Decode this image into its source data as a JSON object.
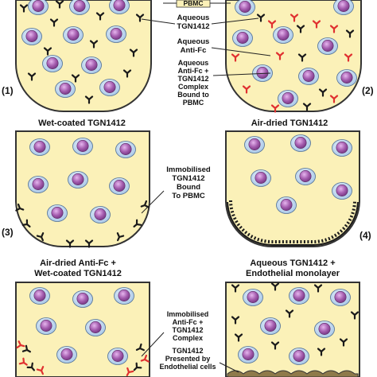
{
  "titles": {
    "p3": "Wet-coated TGN1412",
    "p4": "Air-dried TGN1412",
    "p5_line1": "Air-dried Anti-Fc +",
    "p5_line2": "Wet-coated TGN1412",
    "p6_line1": "Aqueous TGN1412 +",
    "p6_line2": "Endothelial monolayer"
  },
  "panel_numbers": {
    "p1": "(1)",
    "p2": "(2)",
    "p3": "(3)",
    "p4": "(4)"
  },
  "labels": {
    "pbmc": "PBMC",
    "aq_tgn_1": "Aqueous",
    "aq_tgn_2": "TGN1412",
    "aq_antifc_1": "Aqueous",
    "aq_antifc_2": "Anti-Fc",
    "complex_1": "Aqueous",
    "complex_2": "Anti-Fc +",
    "complex_3": "TGN1412",
    "complex_4": "Complex",
    "complex_5": "Bound to",
    "complex_6": "PBMC",
    "immob_1": "Immobilised",
    "immob_2": "TGN1412",
    "immob_3": "Bound",
    "immob_4": "To PBMC",
    "immob_fc_1": "Immobilised",
    "immob_fc_2": "Anti-Fc +",
    "immob_fc_3": "TGN1412",
    "immob_fc_4": "Complex",
    "pres_1": "TGN1412",
    "pres_2": "Presented by",
    "pres_3": "Endothelial cells"
  },
  "colors": {
    "well_fill": "#fbf1b8",
    "well_stroke": "#333333",
    "cell_outer": "#bcd6f0",
    "cell_nucleus": "#a060a8",
    "antibody": "#222222",
    "anti_fc": "#e03030"
  }
}
